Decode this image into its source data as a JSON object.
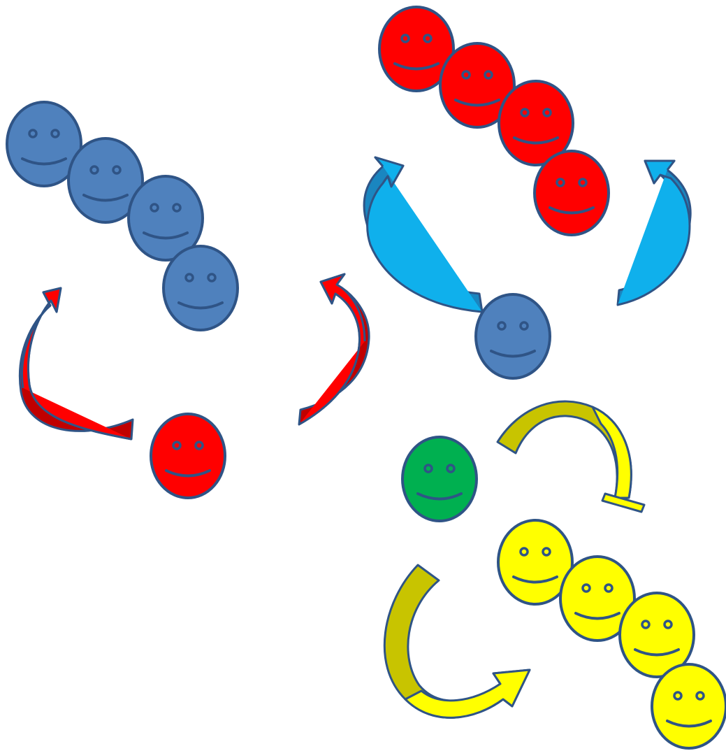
{
  "colors": {
    "outline": "#2f5486",
    "blue_face": "#4f81bd",
    "red_face": "#ff0000",
    "green_face": "#00b050",
    "yellow_face": "#ffff00",
    "feature": "#3b5e8c",
    "red_arrow_shade": "#c00000",
    "red_arrow_light": "#ff0000",
    "cyan_arrow_shade": "#1a86c0",
    "cyan_arrow_light": "#0fb0ec",
    "olive_arrow": "#c8c400",
    "yellow_arrow": "#ffff00"
  },
  "groups": [
    {
      "name": "blue-chain-group",
      "single_face": "red",
      "chain_face": "blue",
      "chain_count": 4,
      "arrow_color": "red"
    },
    {
      "name": "red-chain-group",
      "single_face": "blue",
      "chain_face": "red",
      "chain_count": 4,
      "arrow_color": "cyan"
    },
    {
      "name": "yellow-chain-group",
      "single_face": "green",
      "chain_face": "yellow",
      "chain_count": 4,
      "arrow_color": "yellow",
      "inhibition": true
    }
  ]
}
